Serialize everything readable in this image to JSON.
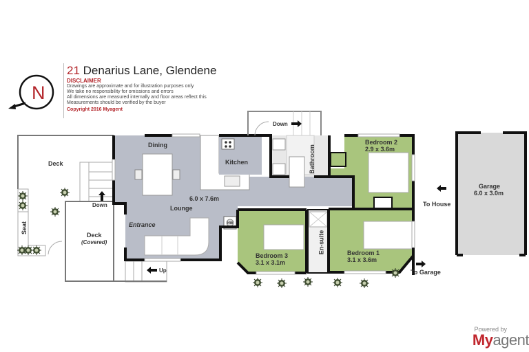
{
  "header": {
    "address_number": "21",
    "address_rest": " Denarius Lane, Glendene",
    "disclaimer_title": "DISCLAIMER",
    "disclaimer_lines": [
      "Drawings are approximate and for illustration purposes only",
      "We take no responsibility for omissions and errors",
      "All dimensions are measured internally and floor areas reflect this",
      "Measurements should be verified by the buyer"
    ],
    "copyright": "Copyright 2016    Myagent"
  },
  "compass": {
    "letter": "N",
    "icon": "north-compass-icon"
  },
  "rooms": {
    "dining": "Dining",
    "kitchen": "Kitchen",
    "living_size": "6.0 x 7.6m",
    "lounge": "Lounge",
    "entrance": "Entrance",
    "bathroom": "Bathroom",
    "bedroom2": "Bedroom 2",
    "bedroom2_size": "2.9 x 3.6m",
    "bedroom3": "Bedroom 3",
    "bedroom3_size": "3.1 x 3.1m",
    "ensuite": "En-suite",
    "bedroom1": "Bedroom 1",
    "bedroom1_size": "3.1 x 3.6m",
    "deck": "Deck",
    "deck_covered": "Deck",
    "deck_covered_sub": "(Covered)",
    "seat": "Seat",
    "hw": "HW",
    "garage": "Garage",
    "garage_size": "6.0 x 3.0m"
  },
  "arrows": {
    "down_top": "Down",
    "down_deck": "Down",
    "up": "Up",
    "to_house": "To House",
    "to_garage": "To Garage"
  },
  "colors": {
    "living": "#b9bdc8",
    "bedroom": "#a9c57d",
    "garage": "#d9d9d9",
    "wall": "#111111",
    "brand_red": "#c0262d"
  },
  "footer": {
    "powered_by": "Powered by",
    "brand_my": "My",
    "brand_agent": "agent"
  }
}
